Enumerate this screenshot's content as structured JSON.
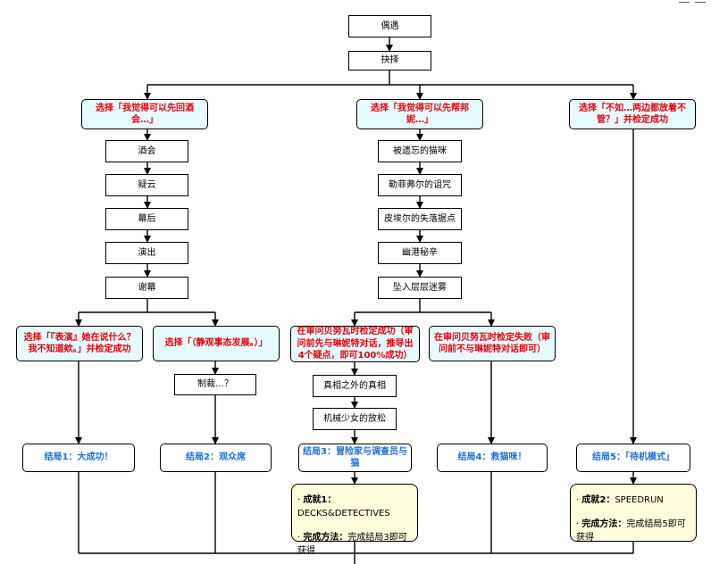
{
  "nodes": {
    "start": "偶遇",
    "choose": "抉择",
    "choice_a": "选择「我觉得可以先回酒会…」",
    "choice_b": "选择「我觉得可以先帮邦妮…」",
    "choice_c": "选择「不如…两边都放着不管？」并检定成功",
    "a1": "酒会",
    "a2": "疑云",
    "a3": "幕后",
    "a4": "演出",
    "a5": "谢幕",
    "b1": "被遗忘的猫咪",
    "b2": "勒菲弗尔的诅咒",
    "b3": "皮埃尔的失落据点",
    "b4": "幽港秘辛",
    "b5": "坠入层层迷雾",
    "choice_a1": "选择「『表演』她在说什么？我不知道欸。」并检定成功",
    "choice_a2": "选择「（静观事态发展。）」",
    "choice_b1": "在审问贝努瓦时检定成功（审问前先与琳妮特对话，推导出4个疑点，即可100%成功）",
    "choice_b2": "在审问贝努瓦时检定失败（审问前不与琳妮特对话即可）",
    "a2_next": "制裁…？",
    "b1_n1": "真相之外的真相",
    "b1_n2": "机械少女的放松",
    "end1": "结局1：大成功！",
    "end2": "结局2：观众席",
    "end3": "结局3：冒险家与调查员与猫",
    "end4": "结局4：救猫咪！",
    "end5": "结局5：「待机模式」"
  },
  "achievements": {
    "ach1_label": "成就1：",
    "ach1_value": "DECKS&DETECTIVES",
    "ach1_method_label": "完成方法：",
    "ach1_method": "完成结局3即可获得",
    "ach2_label": "成就2：",
    "ach2_value": "SPEEDRUN",
    "ach2_method_label": "完成方法：",
    "ach2_method": "完成结局5即可获得"
  },
  "colors": {
    "choice_fill": "#e6fbfd",
    "choice_text": "#e8000c",
    "ending_text": "#1f6fd6",
    "achievement_fill": "#fefcdc",
    "line": "#000000"
  }
}
